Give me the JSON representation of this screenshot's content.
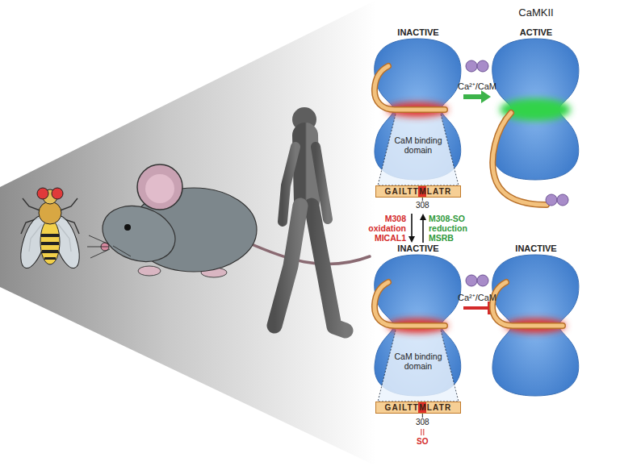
{
  "diagram": {
    "title": "CaMKII",
    "nodes": [
      {
        "text": [
          "INACTIVE",
          "CaM binding domain"
        ]
      },
      {
        "text": [
          "GAILTTMLATR"
        ],
        "in": 0
      },
      {
        "text": [
          "ACTIVE"
        ]
      },
      {
        "text": [
          "INACTIVE",
          "CaM binding domain"
        ]
      },
      {
        "text": [
          "GAILTTMLATR"
        ],
        "in": 3
      },
      {
        "text": [
          "INACTIVE"
        ]
      }
    ],
    "edges": [
      {
        "from": 0,
        "to": 2,
        "arrow": "to",
        "label": "Ca²⁺/CaM"
      },
      {
        "from": 0,
        "to": 3,
        "arrow": "to",
        "label": "M308 oxidation MICAL1"
      },
      {
        "from": 3,
        "to": 0,
        "arrow": "to",
        "label": "M308-SO reduction MSRB"
      },
      {
        "from": 3,
        "to": 5,
        "arrow": "to",
        "label": "Ca²⁺/CaM"
      }
    ],
    "labels": [
      "308",
      "308",
      "SO"
    ]
  }
}
